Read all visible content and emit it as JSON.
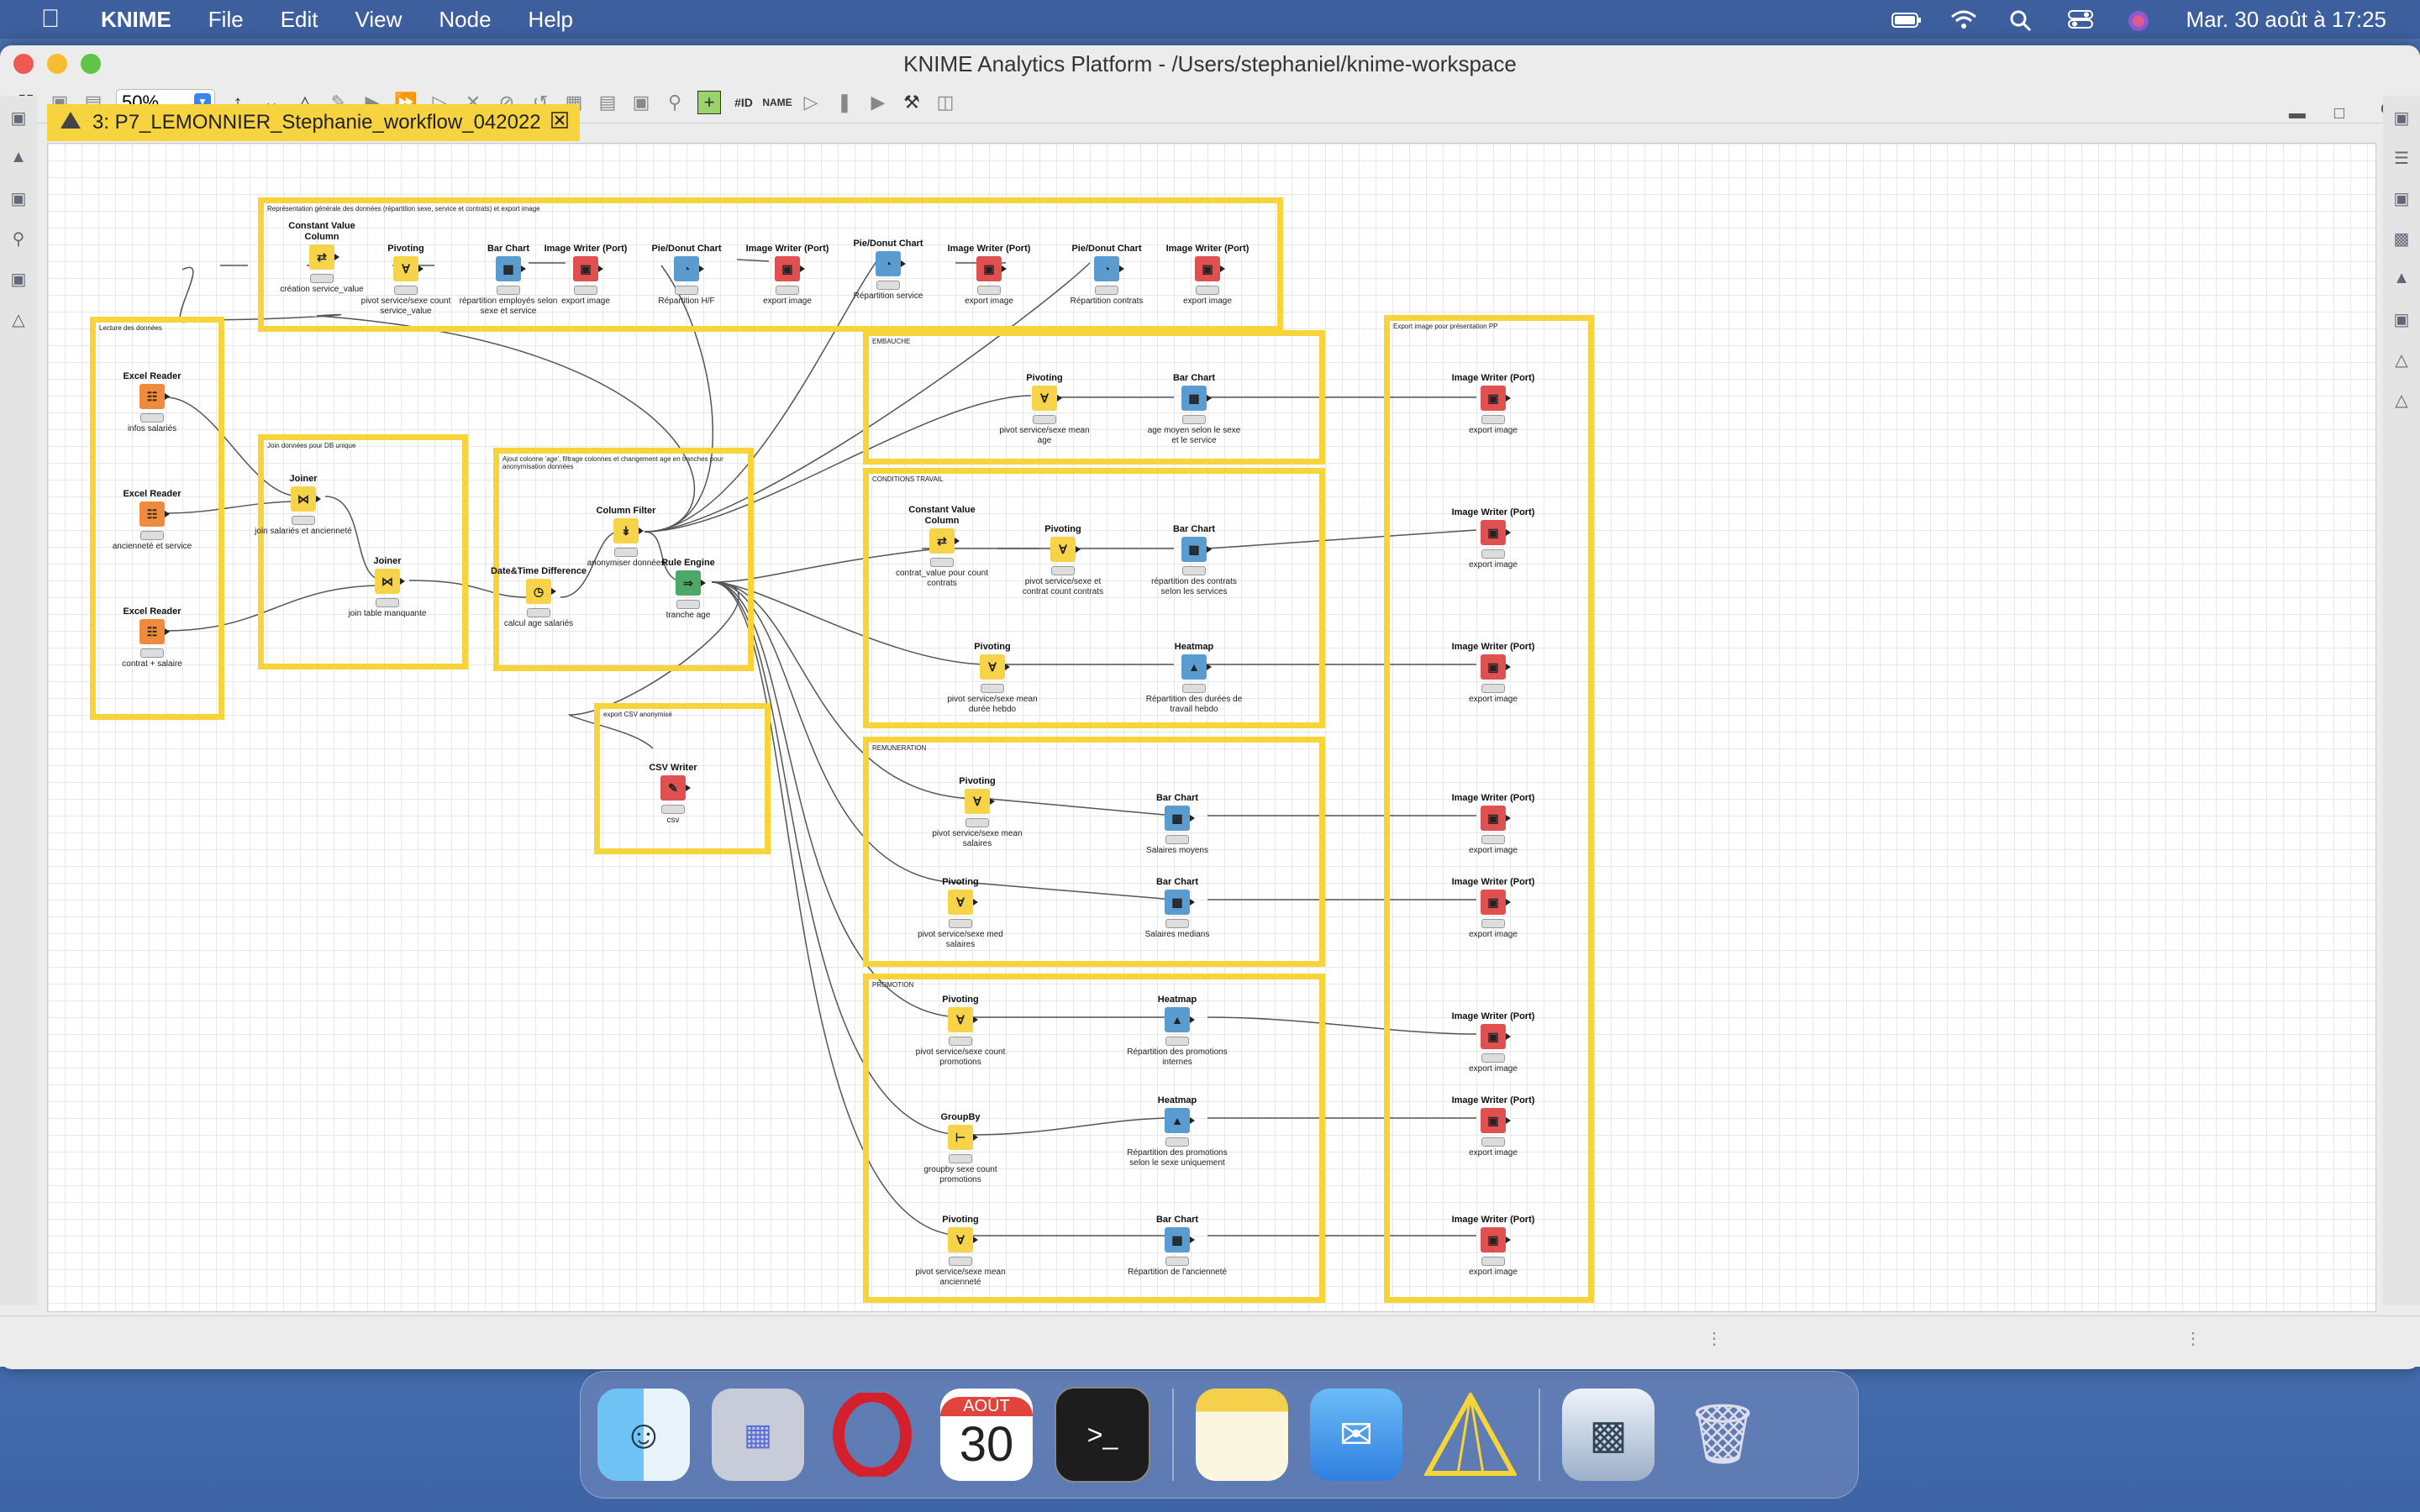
{
  "menubar": {
    "app": "KNIME",
    "items": [
      "File",
      "Edit",
      "View",
      "Node",
      "Help"
    ],
    "clock": "Mar. 30 août à  17:25"
  },
  "window": {
    "title": "KNIME Analytics Platform - /Users/stephaniel/knime-workspace"
  },
  "toolbar": {
    "zoom": "50%"
  },
  "editor": {
    "tab_label": "3: P7_LEMONNIER_Stephanie_workflow_042022"
  },
  "annotations": [
    {
      "title": "Représentation générale des données (répartition sexe, service et contrats) et export image"
    },
    {
      "title": "Lecture des données"
    },
    {
      "title": "Join données pour DB unique"
    },
    {
      "title": "Ajout colonne 'age', filtrage colonnes et changement age en tranches pour anonymisation données"
    },
    {
      "title": "export CSV anonymisé"
    },
    {
      "title": "EMBAUCHE"
    },
    {
      "title": "CONDITIONS    TRAVAIL"
    },
    {
      "title": "REMUNERATION"
    },
    {
      "title": "PROMOTION"
    },
    {
      "title": "Export image pour présentation PP"
    }
  ],
  "nodes": [
    {
      "name": "Constant Value Column",
      "label": "création service_value",
      "color": "yellow",
      "icon": "column-icon"
    },
    {
      "name": "Pivoting",
      "label": "pivot service/sexe count service_value",
      "color": "yellow",
      "icon": "pivot-icon"
    },
    {
      "name": "Bar Chart",
      "label": "répartition employés selon sexe et service",
      "color": "blue",
      "icon": "bar-chart-icon"
    },
    {
      "name": "Image Writer (Port)",
      "label": "export image",
      "color": "red",
      "icon": "image-writer-icon"
    },
    {
      "name": "Pie/Donut Chart",
      "label": "Répartition H/F",
      "color": "blue",
      "icon": "pie-chart-icon"
    },
    {
      "name": "Image Writer (Port)",
      "label": "export image",
      "color": "red",
      "icon": "image-writer-icon"
    },
    {
      "name": "Pie/Donut Chart",
      "label": "Répartition service",
      "color": "blue",
      "icon": "pie-chart-icon"
    },
    {
      "name": "Image Writer (Port)",
      "label": "export image",
      "color": "red",
      "icon": "image-writer-icon"
    },
    {
      "name": "Pie/Donut Chart",
      "label": "Répartition contrats",
      "color": "blue",
      "icon": "pie-chart-icon"
    },
    {
      "name": "Image Writer (Port)",
      "label": "export image",
      "color": "red",
      "icon": "image-writer-icon"
    },
    {
      "name": "Excel Reader",
      "label": "infos salariés",
      "color": "orange",
      "icon": "excel-icon"
    },
    {
      "name": "Excel Reader",
      "label": "ancienneté et service",
      "color": "orange",
      "icon": "excel-icon"
    },
    {
      "name": "Excel Reader",
      "label": "contrat + salaire",
      "color": "orange",
      "icon": "excel-icon"
    },
    {
      "name": "Joiner",
      "label": "join salariés et ancienneté",
      "color": "yellow",
      "icon": "joiner-icon"
    },
    {
      "name": "Joiner",
      "label": "join table manquante",
      "color": "yellow",
      "icon": "joiner-icon"
    },
    {
      "name": "Date&Time Difference",
      "label": "calcul age salariés",
      "color": "yellow",
      "icon": "clock-icon"
    },
    {
      "name": "Column Filter",
      "label": "anonymiser données",
      "color": "yellow",
      "icon": "filter-icon"
    },
    {
      "name": "Rule Engine",
      "label": "tranche age",
      "color": "green",
      "icon": "rule-icon"
    },
    {
      "name": "CSV Writer",
      "label": "csv",
      "color": "red",
      "icon": "csv-icon"
    },
    {
      "name": "Pivoting",
      "label": "pivot service/sexe mean age",
      "color": "yellow",
      "icon": "pivot-icon"
    },
    {
      "name": "Bar Chart",
      "label": "age moyen selon le sexe et le service",
      "color": "blue",
      "icon": "bar-chart-icon"
    },
    {
      "name": "Image Writer (Port)",
      "label": "export image",
      "color": "red",
      "icon": "image-writer-icon"
    },
    {
      "name": "Constant Value Column",
      "label": "contrat_value pour count contrats",
      "color": "yellow",
      "icon": "column-icon"
    },
    {
      "name": "Pivoting",
      "label": "pivot service/sexe et contrat count contrats",
      "color": "yellow",
      "icon": "pivot-icon"
    },
    {
      "name": "Bar Chart",
      "label": "répartition des contrats selon les services",
      "color": "blue",
      "icon": "bar-chart-icon"
    },
    {
      "name": "Image Writer (Port)",
      "label": "export image",
      "color": "red",
      "icon": "image-writer-icon"
    },
    {
      "name": "Pivoting",
      "label": "pivot service/sexe mean durée hebdo",
      "color": "yellow",
      "icon": "pivot-icon"
    },
    {
      "name": "Heatmap",
      "label": "Répartition des durées de travail hebdo",
      "color": "blue",
      "icon": "heatmap-icon"
    },
    {
      "name": "Image Writer (Port)",
      "label": "export image",
      "color": "red",
      "icon": "image-writer-icon"
    },
    {
      "name": "Pivoting",
      "label": "pivot service/sexe mean salaires",
      "color": "yellow",
      "icon": "pivot-icon"
    },
    {
      "name": "Bar Chart",
      "label": "Salaires moyens",
      "color": "blue",
      "icon": "bar-chart-icon"
    },
    {
      "name": "Image Writer (Port)",
      "label": "export image",
      "color": "red",
      "icon": "image-writer-icon"
    },
    {
      "name": "Pivoting",
      "label": "pivot service/sexe med salaires",
      "color": "yellow",
      "icon": "pivot-icon"
    },
    {
      "name": "Bar Chart",
      "label": "Salaires medians",
      "color": "blue",
      "icon": "bar-chart-icon"
    },
    {
      "name": "Image Writer (Port)",
      "label": "export image",
      "color": "red",
      "icon": "image-writer-icon"
    },
    {
      "name": "Pivoting",
      "label": "pivot service/sexe count promotions",
      "color": "yellow",
      "icon": "pivot-icon"
    },
    {
      "name": "Heatmap",
      "label": "Répartition des promotions internes",
      "color": "blue",
      "icon": "heatmap-icon"
    },
    {
      "name": "Image Writer (Port)",
      "label": "export image",
      "color": "red",
      "icon": "image-writer-icon"
    },
    {
      "name": "GroupBy",
      "label": "groupby sexe count promotions",
      "color": "yellow",
      "icon": "groupby-icon"
    },
    {
      "name": "Heatmap",
      "label": "Répartition des promotions selon le sexe uniquement",
      "color": "blue",
      "icon": "heatmap-icon"
    },
    {
      "name": "Image Writer (Port)",
      "label": "export image",
      "color": "red",
      "icon": "image-writer-icon"
    },
    {
      "name": "Pivoting",
      "label": "pivot service/sexe mean ancienneté",
      "color": "yellow",
      "icon": "pivot-icon"
    },
    {
      "name": "Bar Chart",
      "label": "Répartition de l'ancienneté",
      "color": "blue",
      "icon": "bar-chart-icon"
    },
    {
      "name": "Image Writer (Port)",
      "label": "export image",
      "color": "red",
      "icon": "image-writer-icon"
    }
  ],
  "dock": {
    "calendar_month": "AOÛT",
    "calendar_day": "30",
    "items": [
      "finder-icon",
      "launchpad-icon",
      "opera-icon",
      "calendar-icon",
      "terminal-icon",
      "notes-icon",
      "mail-icon",
      "knime-icon",
      "preview-icon",
      "trash-icon"
    ]
  }
}
